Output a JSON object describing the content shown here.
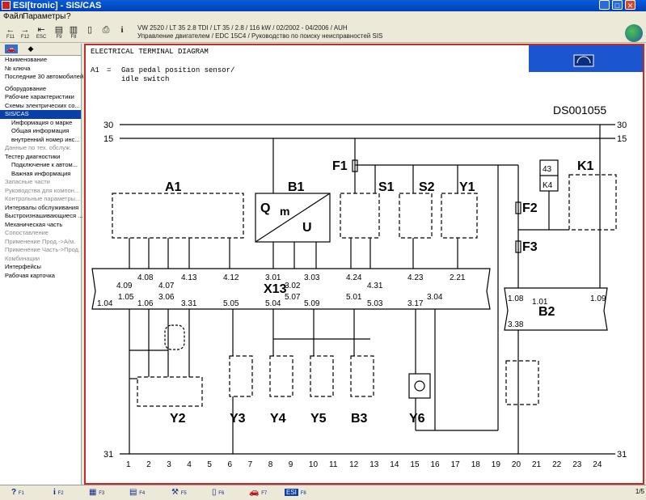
{
  "window": {
    "title": "ESI[tronic] - SIS/CAS",
    "controls": [
      "_",
      "□",
      "✕"
    ]
  },
  "menu": [
    "Файл",
    "Параметры",
    "?"
  ],
  "toolbar": {
    "f11": "F11",
    "f12": "F12",
    "esc": "ESC",
    "f9": "F9",
    "f8": "F8"
  },
  "vehicle": {
    "line1": "VW 2520 / LT 35 2.8 TDI / LT 35 / 2.8 / 116 kW / 02/2002 - 04/2006 / AUH",
    "line2": "Управление двигателем / EDC 15C4  / Руководство по поиску неисправностей SIS"
  },
  "sidebar": [
    {
      "label": "Наименование",
      "style": ""
    },
    {
      "label": "№ ключа",
      "style": ""
    },
    {
      "label": "Последние 30 автомобилей",
      "style": ""
    },
    {
      "label": "",
      "style": "gap"
    },
    {
      "label": "Оборудование",
      "style": ""
    },
    {
      "label": "Рабочие характеристики",
      "style": ""
    },
    {
      "label": "Схемы электрических со...",
      "style": ""
    },
    {
      "label": "SIS/CAS",
      "style": "sel"
    },
    {
      "label": "Информация о марке",
      "style": "indent"
    },
    {
      "label": "Общая информация",
      "style": "indent"
    },
    {
      "label": "внутренний номер инс...",
      "style": "indent"
    },
    {
      "label": "Данные по тех. обслуж.",
      "style": "dim"
    },
    {
      "label": "Тестер диагностики",
      "style": ""
    },
    {
      "label": "Подключение к автом...",
      "style": "indent"
    },
    {
      "label": "Важная информация",
      "style": "indent"
    },
    {
      "label": "Запасные части",
      "style": "dim"
    },
    {
      "label": "Руководства для компон...",
      "style": "dim"
    },
    {
      "label": "Контрольные параметры...",
      "style": "dim"
    },
    {
      "label": "Интервалы обслуживания",
      "style": ""
    },
    {
      "label": "Быстроизнашивающиеся ...",
      "style": ""
    },
    {
      "label": "Механическая часть",
      "style": ""
    },
    {
      "label": "Сопоставление",
      "style": "dim"
    },
    {
      "label": "Применение Прод.->А/м.",
      "style": "dim"
    },
    {
      "label": "Применение Часть->Прод.",
      "style": "dim"
    },
    {
      "label": "Комбинации",
      "style": "dim"
    },
    {
      "label": "Интерфейсы",
      "style": ""
    },
    {
      "label": "Рабочая карточка",
      "style": ""
    }
  ],
  "document": {
    "heading": "ELECTRICAL TERMINAL DIAGRAM",
    "ref": "A1",
    "eq": "=",
    "desc1": "Gas pedal position sensor/",
    "desc2": "idle switch",
    "diagram_id": "DS001055"
  },
  "diagram": {
    "rails": [
      "30",
      "15",
      "31"
    ],
    "components": [
      "A1",
      "B1",
      "F1",
      "S1",
      "S2",
      "Y1",
      "K1",
      "F2",
      "F3",
      "X13",
      "B2",
      "Y2",
      "Y3",
      "Y4",
      "Y5",
      "B3",
      "Y6"
    ],
    "relay_labels": [
      "43",
      "K4"
    ],
    "b1_symbols": [
      "Q",
      "m",
      "U"
    ],
    "x13_pins_top": [
      "4.09",
      "4.08",
      "4.07",
      "4.13",
      "4.12",
      "3.01",
      "3.02",
      "3.03",
      "4.24",
      "4.31",
      "4.23",
      "2.21"
    ],
    "x13_pins_bottom": [
      "1.04",
      "1.05",
      "1.06",
      "3.06",
      "3.31",
      "5.05",
      "5.04",
      "5.07",
      "5.09",
      "5.01",
      "5.03",
      "3.17",
      "3.04"
    ],
    "x13_right_pins": [
      "1.08",
      "1.01",
      "1.09",
      "3.38"
    ],
    "bottom_pins": [
      "1",
      "2",
      "3",
      "4",
      "5",
      "6",
      "7",
      "8",
      "9",
      "10",
      "11",
      "12",
      "13",
      "14",
      "15",
      "16",
      "17",
      "18",
      "19",
      "20",
      "21",
      "22",
      "23",
      "24"
    ]
  },
  "statusbar": {
    "keys": [
      "F1",
      "F2",
      "F3",
      "F4",
      "F5",
      "F6",
      "F7",
      "F8"
    ],
    "page": "1/5"
  }
}
